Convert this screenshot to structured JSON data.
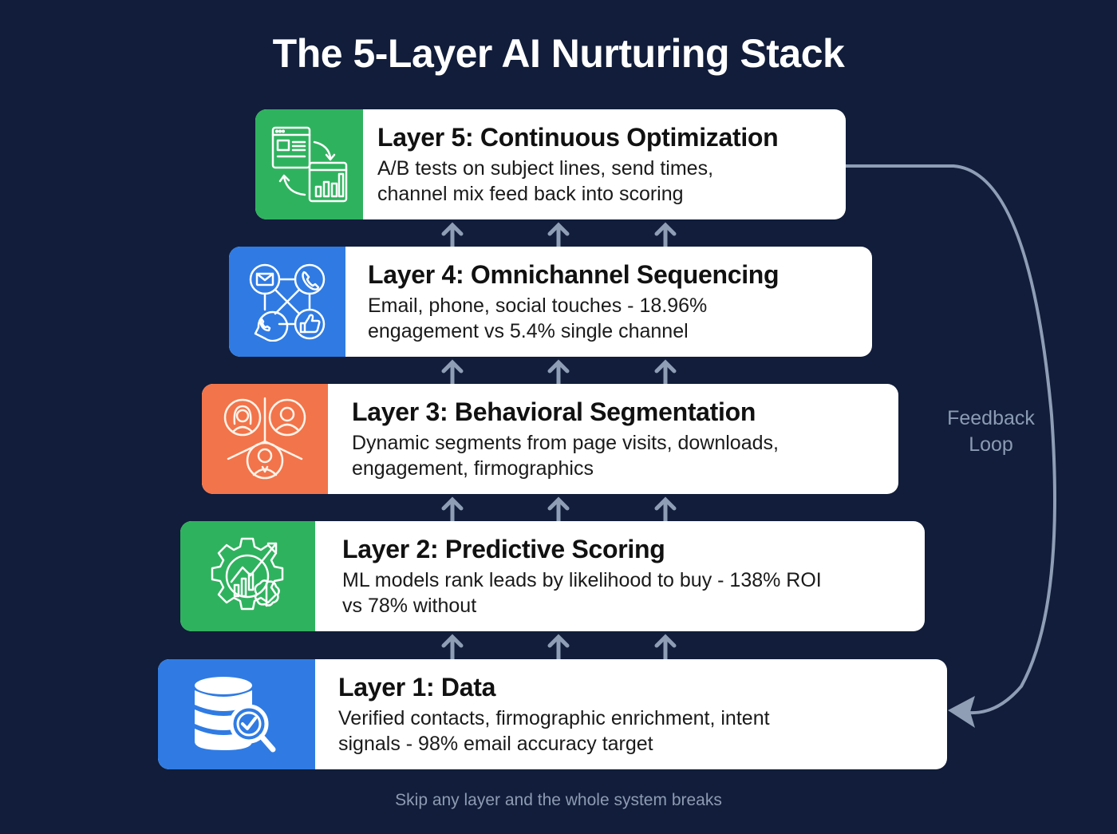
{
  "title": "The 5-Layer AI Nurturing Stack",
  "colors": {
    "background": "#111d3a",
    "green": "#2fb25e",
    "blue": "#2f7be3",
    "orange": "#f2744a",
    "arrow": "#8f9db5"
  },
  "layers": [
    {
      "heading": "Layer 5: Continuous Optimization",
      "line1": "A/B tests on subject lines, send times,",
      "line2": "channel mix feed back into scoring",
      "icon": "optimization-cycle-icon",
      "color": "green"
    },
    {
      "heading": "Layer 4: Omnichannel Sequencing",
      "line1": "Email, phone, social touches - 18.96%",
      "line2": "engagement vs 5.4% single channel",
      "icon": "omnichannel-network-icon",
      "color": "blue"
    },
    {
      "heading": "Layer 3: Behavioral Segmentation",
      "line1": "Dynamic segments from page visits, downloads,",
      "line2": "engagement, firmographics",
      "icon": "audience-segments-icon",
      "color": "orange"
    },
    {
      "heading": "Layer 2: Predictive Scoring",
      "line1": "ML models rank leads by likelihood to buy - 138% ROI",
      "line2": "vs 78% without",
      "icon": "gear-brain-chart-icon",
      "color": "green"
    },
    {
      "heading": "Layer 1: Data",
      "line1": "Verified contacts, firmographic enrichment, intent",
      "line2": "signals - 98% email accuracy target",
      "icon": "database-search-icon",
      "color": "blue"
    }
  ],
  "feedback": {
    "line1": "Feedback",
    "line2": "Loop"
  },
  "footer": "Skip any layer and the whole system breaks"
}
